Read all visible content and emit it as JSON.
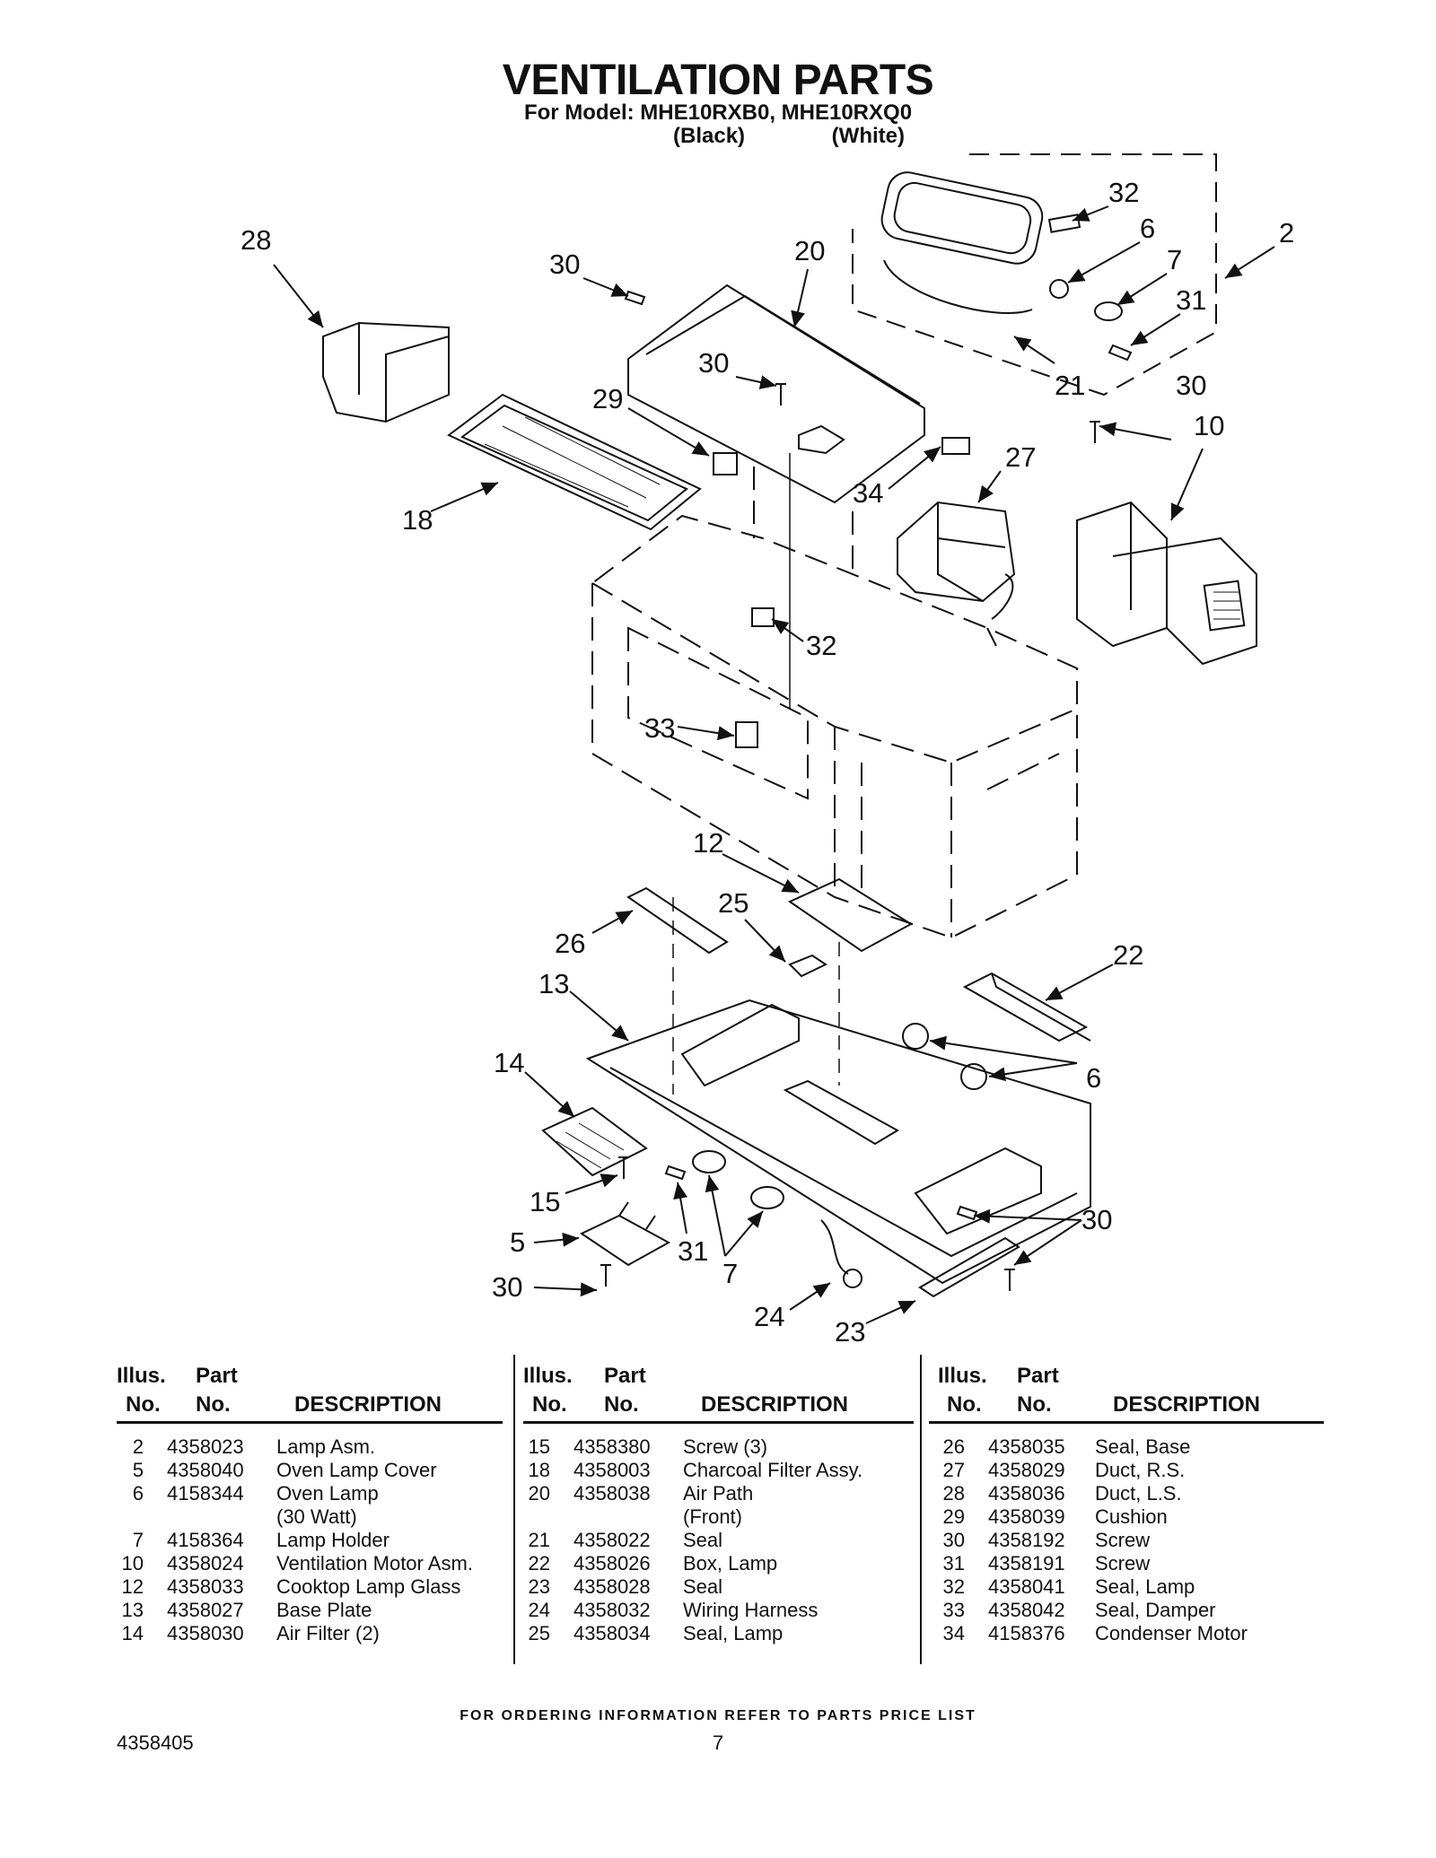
{
  "header": {
    "title": "VENTILATION PARTS",
    "subtitle": "For Model: MHE10RXB0, MHE10RXQ0",
    "variant_black": "(Black)",
    "variant_white": "(White)"
  },
  "diagram": {
    "callouts": [
      "32",
      "6",
      "7",
      "31",
      "2",
      "28",
      "30",
      "20",
      "30",
      "21",
      "30",
      "29",
      "10",
      "27",
      "34",
      "18",
      "32",
      "33",
      "12",
      "25",
      "26",
      "22",
      "13",
      "6",
      "14",
      "15",
      "5",
      "31",
      "7",
      "30",
      "30",
      "24",
      "23"
    ]
  },
  "table": {
    "header_illus": "Illus.",
    "header_part": "Part",
    "header_no1": "No.",
    "header_no2": "No.",
    "header_desc": "DESCRIPTION",
    "columns": [
      [
        {
          "no": "2",
          "part": "4358023",
          "desc": "Lamp Asm."
        },
        {
          "no": "5",
          "part": "4358040",
          "desc": "Oven Lamp Cover"
        },
        {
          "no": "6",
          "part": "4158344",
          "desc": "Oven Lamp"
        },
        {
          "no": "",
          "part": "",
          "desc": "(30 Watt)"
        },
        {
          "no": "7",
          "part": "4158364",
          "desc": "Lamp Holder"
        },
        {
          "no": "10",
          "part": "4358024",
          "desc": "Ventilation Motor Asm."
        },
        {
          "no": "12",
          "part": "4358033",
          "desc": "Cooktop Lamp Glass"
        },
        {
          "no": "13",
          "part": "4358027",
          "desc": "Base Plate"
        },
        {
          "no": "14",
          "part": "4358030",
          "desc": "Air Filter (2)"
        }
      ],
      [
        {
          "no": "15",
          "part": "4358380",
          "desc": "Screw (3)"
        },
        {
          "no": "18",
          "part": "4358003",
          "desc": "Charcoal Filter Assy."
        },
        {
          "no": "20",
          "part": "4358038",
          "desc": "Air Path"
        },
        {
          "no": "",
          "part": "",
          "desc": "(Front)"
        },
        {
          "no": "21",
          "part": "4358022",
          "desc": "Seal"
        },
        {
          "no": "22",
          "part": "4358026",
          "desc": "Box, Lamp"
        },
        {
          "no": "23",
          "part": "4358028",
          "desc": "Seal"
        },
        {
          "no": "24",
          "part": "4358032",
          "desc": "Wiring Harness"
        },
        {
          "no": "25",
          "part": "4358034",
          "desc": "Seal, Lamp"
        }
      ],
      [
        {
          "no": "26",
          "part": "4358035",
          "desc": "Seal, Base"
        },
        {
          "no": "27",
          "part": "4358029",
          "desc": "Duct, R.S."
        },
        {
          "no": "28",
          "part": "4358036",
          "desc": "Duct, L.S."
        },
        {
          "no": "29",
          "part": "4358039",
          "desc": "Cushion"
        },
        {
          "no": "30",
          "part": "4358192",
          "desc": "Screw"
        },
        {
          "no": "31",
          "part": "4358191",
          "desc": "Screw"
        },
        {
          "no": "32",
          "part": "4358041",
          "desc": "Seal, Lamp"
        },
        {
          "no": "33",
          "part": "4358042",
          "desc": "Seal, Damper"
        },
        {
          "no": "34",
          "part": "4158376",
          "desc": "Condenser Motor"
        }
      ]
    ]
  },
  "footer": {
    "note": "FOR ORDERING INFORMATION REFER TO PARTS PRICE LIST",
    "doc_number": "4358405",
    "page_number": "7"
  }
}
